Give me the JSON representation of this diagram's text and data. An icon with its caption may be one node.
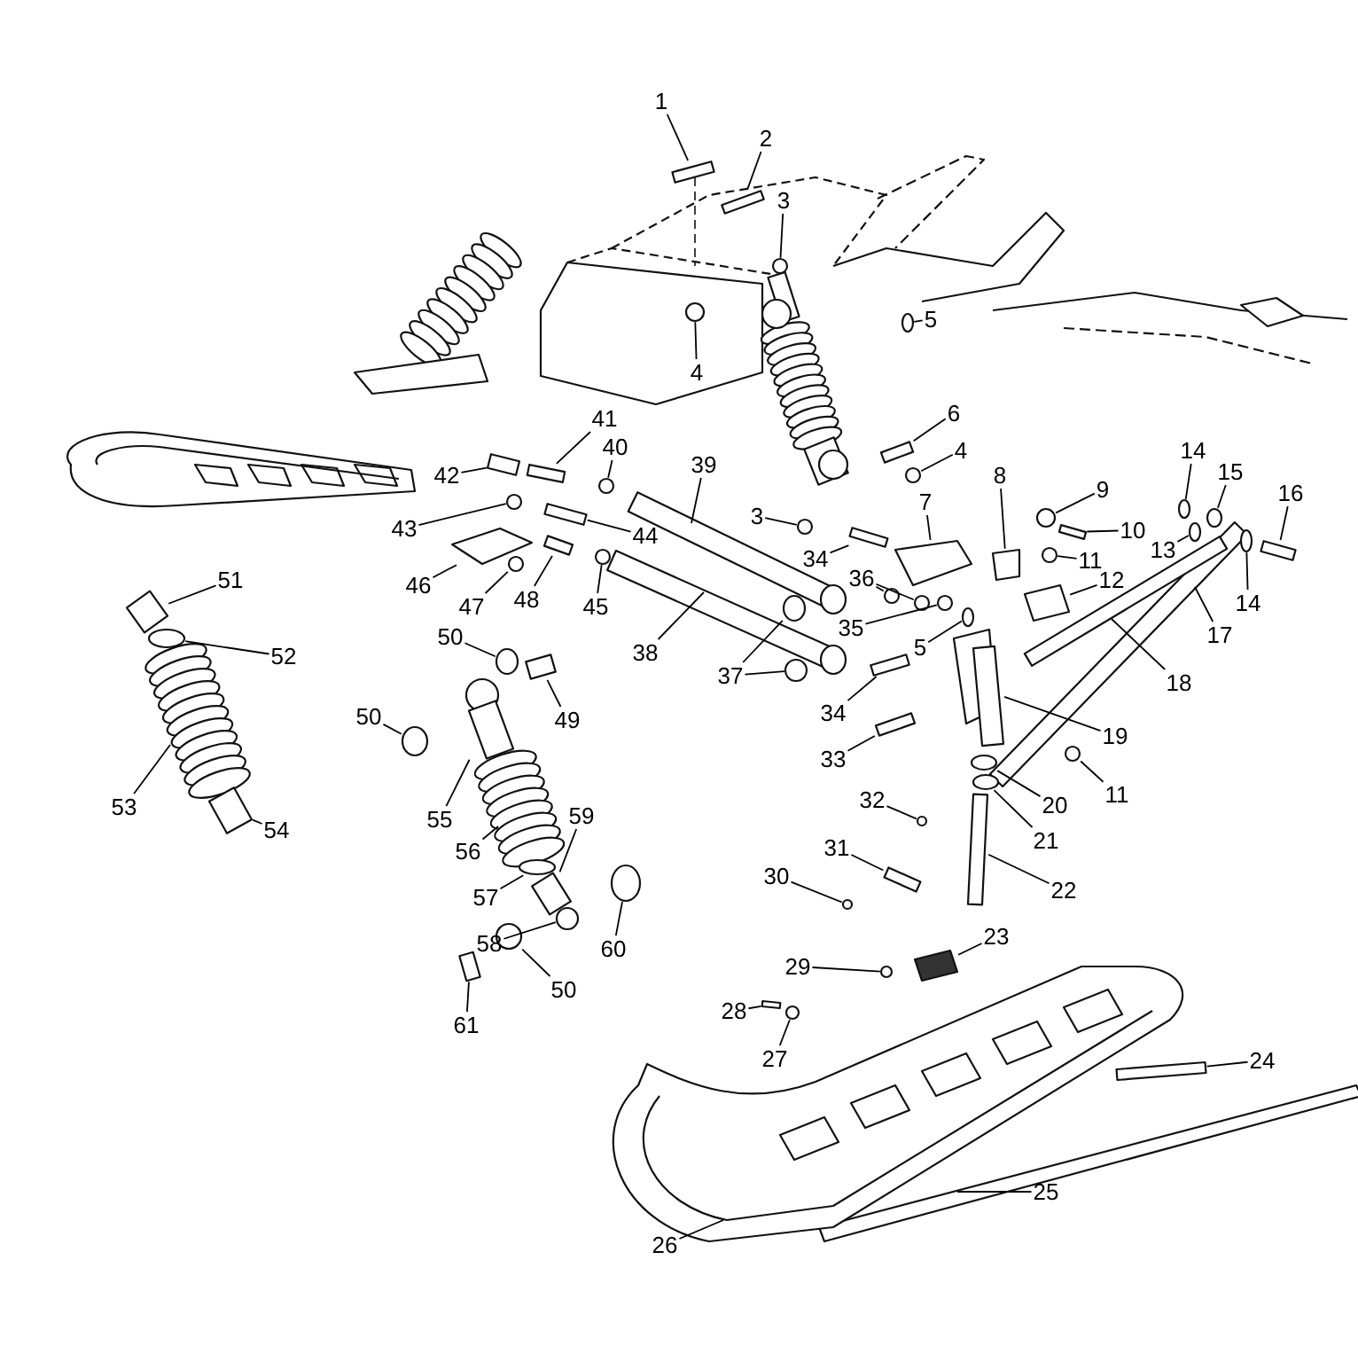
{
  "diagram": {
    "nodes": [
      {
        "text": [
          "1"
        ]
      },
      {
        "text": [
          "2"
        ]
      },
      {
        "text": [
          "3"
        ]
      },
      {
        "text": [
          "5"
        ]
      },
      {
        "text": [
          "4"
        ]
      },
      {
        "text": [
          "6"
        ]
      },
      {
        "text": [
          "41"
        ]
      },
      {
        "text": [
          "40"
        ]
      },
      {
        "text": [
          "4"
        ]
      },
      {
        "text": [
          "14"
        ]
      },
      {
        "text": [
          "39"
        ]
      },
      {
        "text": [
          "42"
        ]
      },
      {
        "text": [
          "15"
        ]
      },
      {
        "text": [
          "8"
        ]
      },
      {
        "text": [
          "9"
        ]
      },
      {
        "text": [
          "16"
        ]
      },
      {
        "text": [
          "7"
        ]
      },
      {
        "text": [
          "3"
        ]
      },
      {
        "text": [
          "43"
        ]
      },
      {
        "text": [
          "10"
        ]
      },
      {
        "text": [
          "44"
        ]
      },
      {
        "text": [
          "34"
        ]
      },
      {
        "text": [
          "11"
        ]
      },
      {
        "text": [
          "13"
        ]
      },
      {
        "text": [
          "46"
        ]
      },
      {
        "text": [
          "36"
        ]
      },
      {
        "text": [
          "12"
        ]
      },
      {
        "text": [
          "51"
        ]
      },
      {
        "text": [
          "47"
        ]
      },
      {
        "text": [
          "48"
        ]
      },
      {
        "text": [
          "45"
        ]
      },
      {
        "text": [
          "14"
        ]
      },
      {
        "text": [
          "35"
        ]
      },
      {
        "text": [
          "50"
        ]
      },
      {
        "text": [
          "17"
        ]
      },
      {
        "text": [
          "5"
        ]
      },
      {
        "text": [
          "38"
        ]
      },
      {
        "text": [
          "52"
        ]
      },
      {
        "text": [
          "37"
        ]
      },
      {
        "text": [
          "18"
        ]
      },
      {
        "text": [
          "34"
        ]
      },
      {
        "text": [
          "50"
        ]
      },
      {
        "text": [
          "49"
        ]
      },
      {
        "text": [
          "19"
        ]
      },
      {
        "text": [
          "33"
        ]
      },
      {
        "text": [
          "11"
        ]
      },
      {
        "text": [
          "32"
        ]
      },
      {
        "text": [
          "20"
        ]
      },
      {
        "text": [
          "53"
        ]
      },
      {
        "text": [
          "59"
        ]
      },
      {
        "text": [
          "55"
        ]
      },
      {
        "text": [
          "54"
        ]
      },
      {
        "text": [
          "21"
        ]
      },
      {
        "text": [
          "31"
        ]
      },
      {
        "text": [
          "56"
        ]
      },
      {
        "text": [
          "30"
        ]
      },
      {
        "text": [
          "22"
        ]
      },
      {
        "text": [
          "57"
        ]
      },
      {
        "text": [
          "23"
        ]
      },
      {
        "text": [
          "58"
        ]
      },
      {
        "text": [
          "60"
        ]
      },
      {
        "text": [
          "29"
        ]
      },
      {
        "text": [
          "50"
        ]
      },
      {
        "text": [
          "28"
        ]
      },
      {
        "text": [
          "61"
        ]
      },
      {
        "text": [
          "27"
        ]
      },
      {
        "text": [
          "24"
        ]
      },
      {
        "text": [
          "25"
        ]
      },
      {
        "text": [
          "26"
        ]
      },
      {
        "text": [],
        "shape": "box"
      },
      {
        "text": [],
        "shape": "box"
      },
      {
        "text": [],
        "shape": "circle"
      },
      {
        "text": [],
        "shape": "circle"
      },
      {
        "text": [],
        "shape": "circle"
      },
      {
        "text": [],
        "shape": "box"
      },
      {
        "text": [],
        "shape": "box"
      },
      {
        "text": [],
        "shape": "circle"
      },
      {
        "text": [],
        "shape": "circle"
      },
      {
        "text": [],
        "shape": "circle"
      },
      {
        "text": [],
        "shape": "picture"
      },
      {
        "text": [],
        "shape": "box"
      },
      {
        "text": [],
        "shape": "circle"
      },
      {
        "text": [],
        "shape": "box"
      },
      {
        "text": [],
        "shape": "circle"
      },
      {
        "text": [],
        "shape": "box"
      },
      {
        "text": [],
        "shape": "box"
      },
      {
        "text": [],
        "shape": "circle"
      },
      {
        "text": [],
        "shape": "circle"
      },
      {
        "text": [],
        "shape": "box"
      },
      {
        "text": [],
        "shape": "box"
      },
      {
        "text": [],
        "shape": "box"
      },
      {
        "text": [],
        "shape": "circle"
      },
      {
        "text": [],
        "shape": "circle"
      },
      {
        "text": [],
        "shape": "box"
      },
      {
        "text": [],
        "shape": "circle"
      },
      {
        "text": [],
        "shape": "box"
      },
      {
        "text": [],
        "shape": "box"
      },
      {
        "text": [],
        "shape": "circle"
      },
      {
        "text": [],
        "shape": "box"
      },
      {
        "text": [],
        "shape": "circle"
      },
      {
        "text": [],
        "shape": "circle"
      },
      {
        "text": [],
        "shape": "circle"
      },
      {
        "text": [],
        "shape": "circle"
      },
      {
        "text": [],
        "shape": "box"
      },
      {
        "text": [],
        "shape": "circle"
      },
      {
        "text": [],
        "shape": "picture"
      },
      {
        "text": [],
        "shape": "circle"
      },
      {
        "text": [],
        "shape": "circle"
      },
      {
        "text": [],
        "shape": "box"
      },
      {
        "text": [],
        "shape": "box"
      },
      {
        "text": [],
        "shape": "circle"
      },
      {
        "text": [],
        "shape": "box"
      },
      {
        "text": [],
        "shape": "picture"
      },
      {
        "text": [],
        "shape": "box"
      },
      {
        "text": [],
        "shape": "circle"
      },
      {
        "text": [],
        "shape": "circle"
      },
      {
        "text": [],
        "shape": "circle"
      },
      {
        "text": [],
        "shape": "picture"
      },
      {
        "text": [],
        "shape": "box"
      },
      {
        "text": [],
        "shape": "picture"
      },
      {
        "text": [],
        "shape": "box"
      },
      {
        "text": [],
        "shape": "circle"
      },
      {
        "text": [],
        "shape": "box"
      },
      {
        "text": [],
        "shape": "picture"
      },
      {
        "text": [],
        "shape": "circle"
      },
      {
        "text": [],
        "shape": "box"
      },
      {
        "text": [],
        "shape": "circle"
      },
      {
        "text": [],
        "shape": "box"
      },
      {
        "text": [],
        "shape": "circle"
      },
      {
        "text": [],
        "shape": "circle"
      },
      {
        "text": [],
        "shape": "circle"
      },
      {
        "text": [],
        "shape": "circle"
      },
      {
        "text": [],
        "shape": "box"
      },
      {
        "text": [],
        "shape": "box"
      },
      {
        "text": [],
        "shape": "circle"
      },
      {
        "text": [],
        "shape": "box"
      },
      {
        "text": [],
        "shape": "box"
      },
      {
        "text": [],
        "shape": "picture"
      },
      {
        "text": [],
        "shape": "circle"
      },
      {
        "text": [],
        "shape": "circle"
      }
    ],
    "edges": [
      {
        "from": 0,
        "to": 69,
        "arrow": "none"
      },
      {
        "from": 1,
        "to": 70,
        "arrow": "none"
      },
      {
        "from": 2,
        "to": 71,
        "arrow": "none"
      },
      {
        "from": 3,
        "to": 72,
        "arrow": "none"
      },
      {
        "from": 4,
        "to": 73,
        "arrow": "none"
      },
      {
        "from": 5,
        "to": 74,
        "arrow": "none"
      },
      {
        "from": 6,
        "to": 75,
        "arrow": "none"
      },
      {
        "from": 7,
        "to": 76,
        "arrow": "none"
      },
      {
        "from": 8,
        "to": 77,
        "arrow": "none"
      },
      {
        "from": 9,
        "to": 78,
        "arrow": "none"
      },
      {
        "from": 10,
        "to": 79,
        "arrow": "none"
      },
      {
        "from": 11,
        "to": 80,
        "arrow": "none"
      },
      {
        "from": 12,
        "to": 81,
        "arrow": "none"
      },
      {
        "from": 13,
        "to": 82,
        "arrow": "none"
      },
      {
        "from": 14,
        "to": 83,
        "arrow": "none"
      },
      {
        "from": 15,
        "to": 84,
        "arrow": "none"
      },
      {
        "from": 16,
        "to": 85,
        "arrow": "none"
      },
      {
        "from": 17,
        "to": 86,
        "arrow": "none"
      },
      {
        "from": 18,
        "to": 87,
        "arrow": "none"
      },
      {
        "from": 19,
        "to": 88,
        "arrow": "none"
      },
      {
        "from": 20,
        "to": 89,
        "arrow": "none"
      },
      {
        "from": 21,
        "to": 90,
        "arrow": "none"
      },
      {
        "from": 22,
        "to": 91,
        "arrow": "none"
      },
      {
        "from": 23,
        "to": 92,
        "arrow": "none"
      },
      {
        "from": 24,
        "to": 93,
        "arrow": "none"
      },
      {
        "from": 25,
        "to": 94,
        "arrow": "none"
      },
      {
        "from": 26,
        "to": 95,
        "arrow": "none"
      },
      {
        "from": 27,
        "to": 96,
        "arrow": "none"
      },
      {
        "from": 28,
        "to": 97,
        "arrow": "none"
      },
      {
        "from": 29,
        "to": 98,
        "arrow": "none"
      },
      {
        "from": 30,
        "to": 99,
        "arrow": "none"
      },
      {
        "from": 31,
        "to": 100,
        "arrow": "none"
      },
      {
        "from": 32,
        "to": 101,
        "arrow": "none"
      },
      {
        "from": 33,
        "to": 102,
        "arrow": "none"
      },
      {
        "from": 34,
        "to": 103,
        "arrow": "none"
      },
      {
        "from": 35,
        "to": 104,
        "arrow": "none"
      },
      {
        "from": 36,
        "to": 105,
        "arrow": "none"
      },
      {
        "from": 37,
        "to": 106,
        "arrow": "none"
      },
      {
        "from": 38,
        "to": 107,
        "arrow": "none"
      },
      {
        "from": 39,
        "to": 108,
        "arrow": "none"
      },
      {
        "from": 40,
        "to": 109,
        "arrow": "none"
      },
      {
        "from": 41,
        "to": 110,
        "arrow": "none"
      },
      {
        "from": 42,
        "to": 111,
        "arrow": "none"
      },
      {
        "from": 43,
        "to": 112,
        "arrow": "none"
      },
      {
        "from": 44,
        "to": 113,
        "arrow": "none"
      },
      {
        "from": 45,
        "to": 114,
        "arrow": "none"
      },
      {
        "from": 46,
        "to": 115,
        "arrow": "none"
      },
      {
        "from": 47,
        "to": 116,
        "arrow": "none"
      },
      {
        "from": 48,
        "to": 117,
        "arrow": "none"
      },
      {
        "from": 49,
        "to": 118,
        "arrow": "none"
      },
      {
        "from": 50,
        "to": 119,
        "arrow": "none"
      },
      {
        "from": 51,
        "to": 120,
        "arrow": "none"
      },
      {
        "from": 52,
        "to": 121,
        "arrow": "none"
      },
      {
        "from": 53,
        "to": 122,
        "arrow": "none"
      },
      {
        "from": 54,
        "to": 123,
        "arrow": "none"
      },
      {
        "from": 55,
        "to": 124,
        "arrow": "none"
      },
      {
        "from": 56,
        "to": 125,
        "arrow": "none"
      },
      {
        "from": 57,
        "to": 126,
        "arrow": "none"
      },
      {
        "from": 58,
        "to": 127,
        "arrow": "none"
      },
      {
        "from": 59,
        "to": 128,
        "arrow": "none"
      },
      {
        "from": 60,
        "to": 129,
        "arrow": "none"
      },
      {
        "from": 61,
        "to": 130,
        "arrow": "none"
      },
      {
        "from": 62,
        "to": 131,
        "arrow": "none"
      },
      {
        "from": 63,
        "to": 132,
        "arrow": "none"
      },
      {
        "from": 64,
        "to": 133,
        "arrow": "none"
      },
      {
        "from": 65,
        "to": 134,
        "arrow": "none"
      },
      {
        "from": 66,
        "to": 135,
        "arrow": "none"
      },
      {
        "from": 67,
        "to": 136,
        "arrow": "none"
      },
      {
        "from": 68,
        "to": 137,
        "arrow": "none"
      },
      {
        "from": 25,
        "to": 138,
        "arrow": "none"
      },
      {
        "from": 38,
        "to": 139,
        "arrow": "none"
      }
    ]
  }
}
